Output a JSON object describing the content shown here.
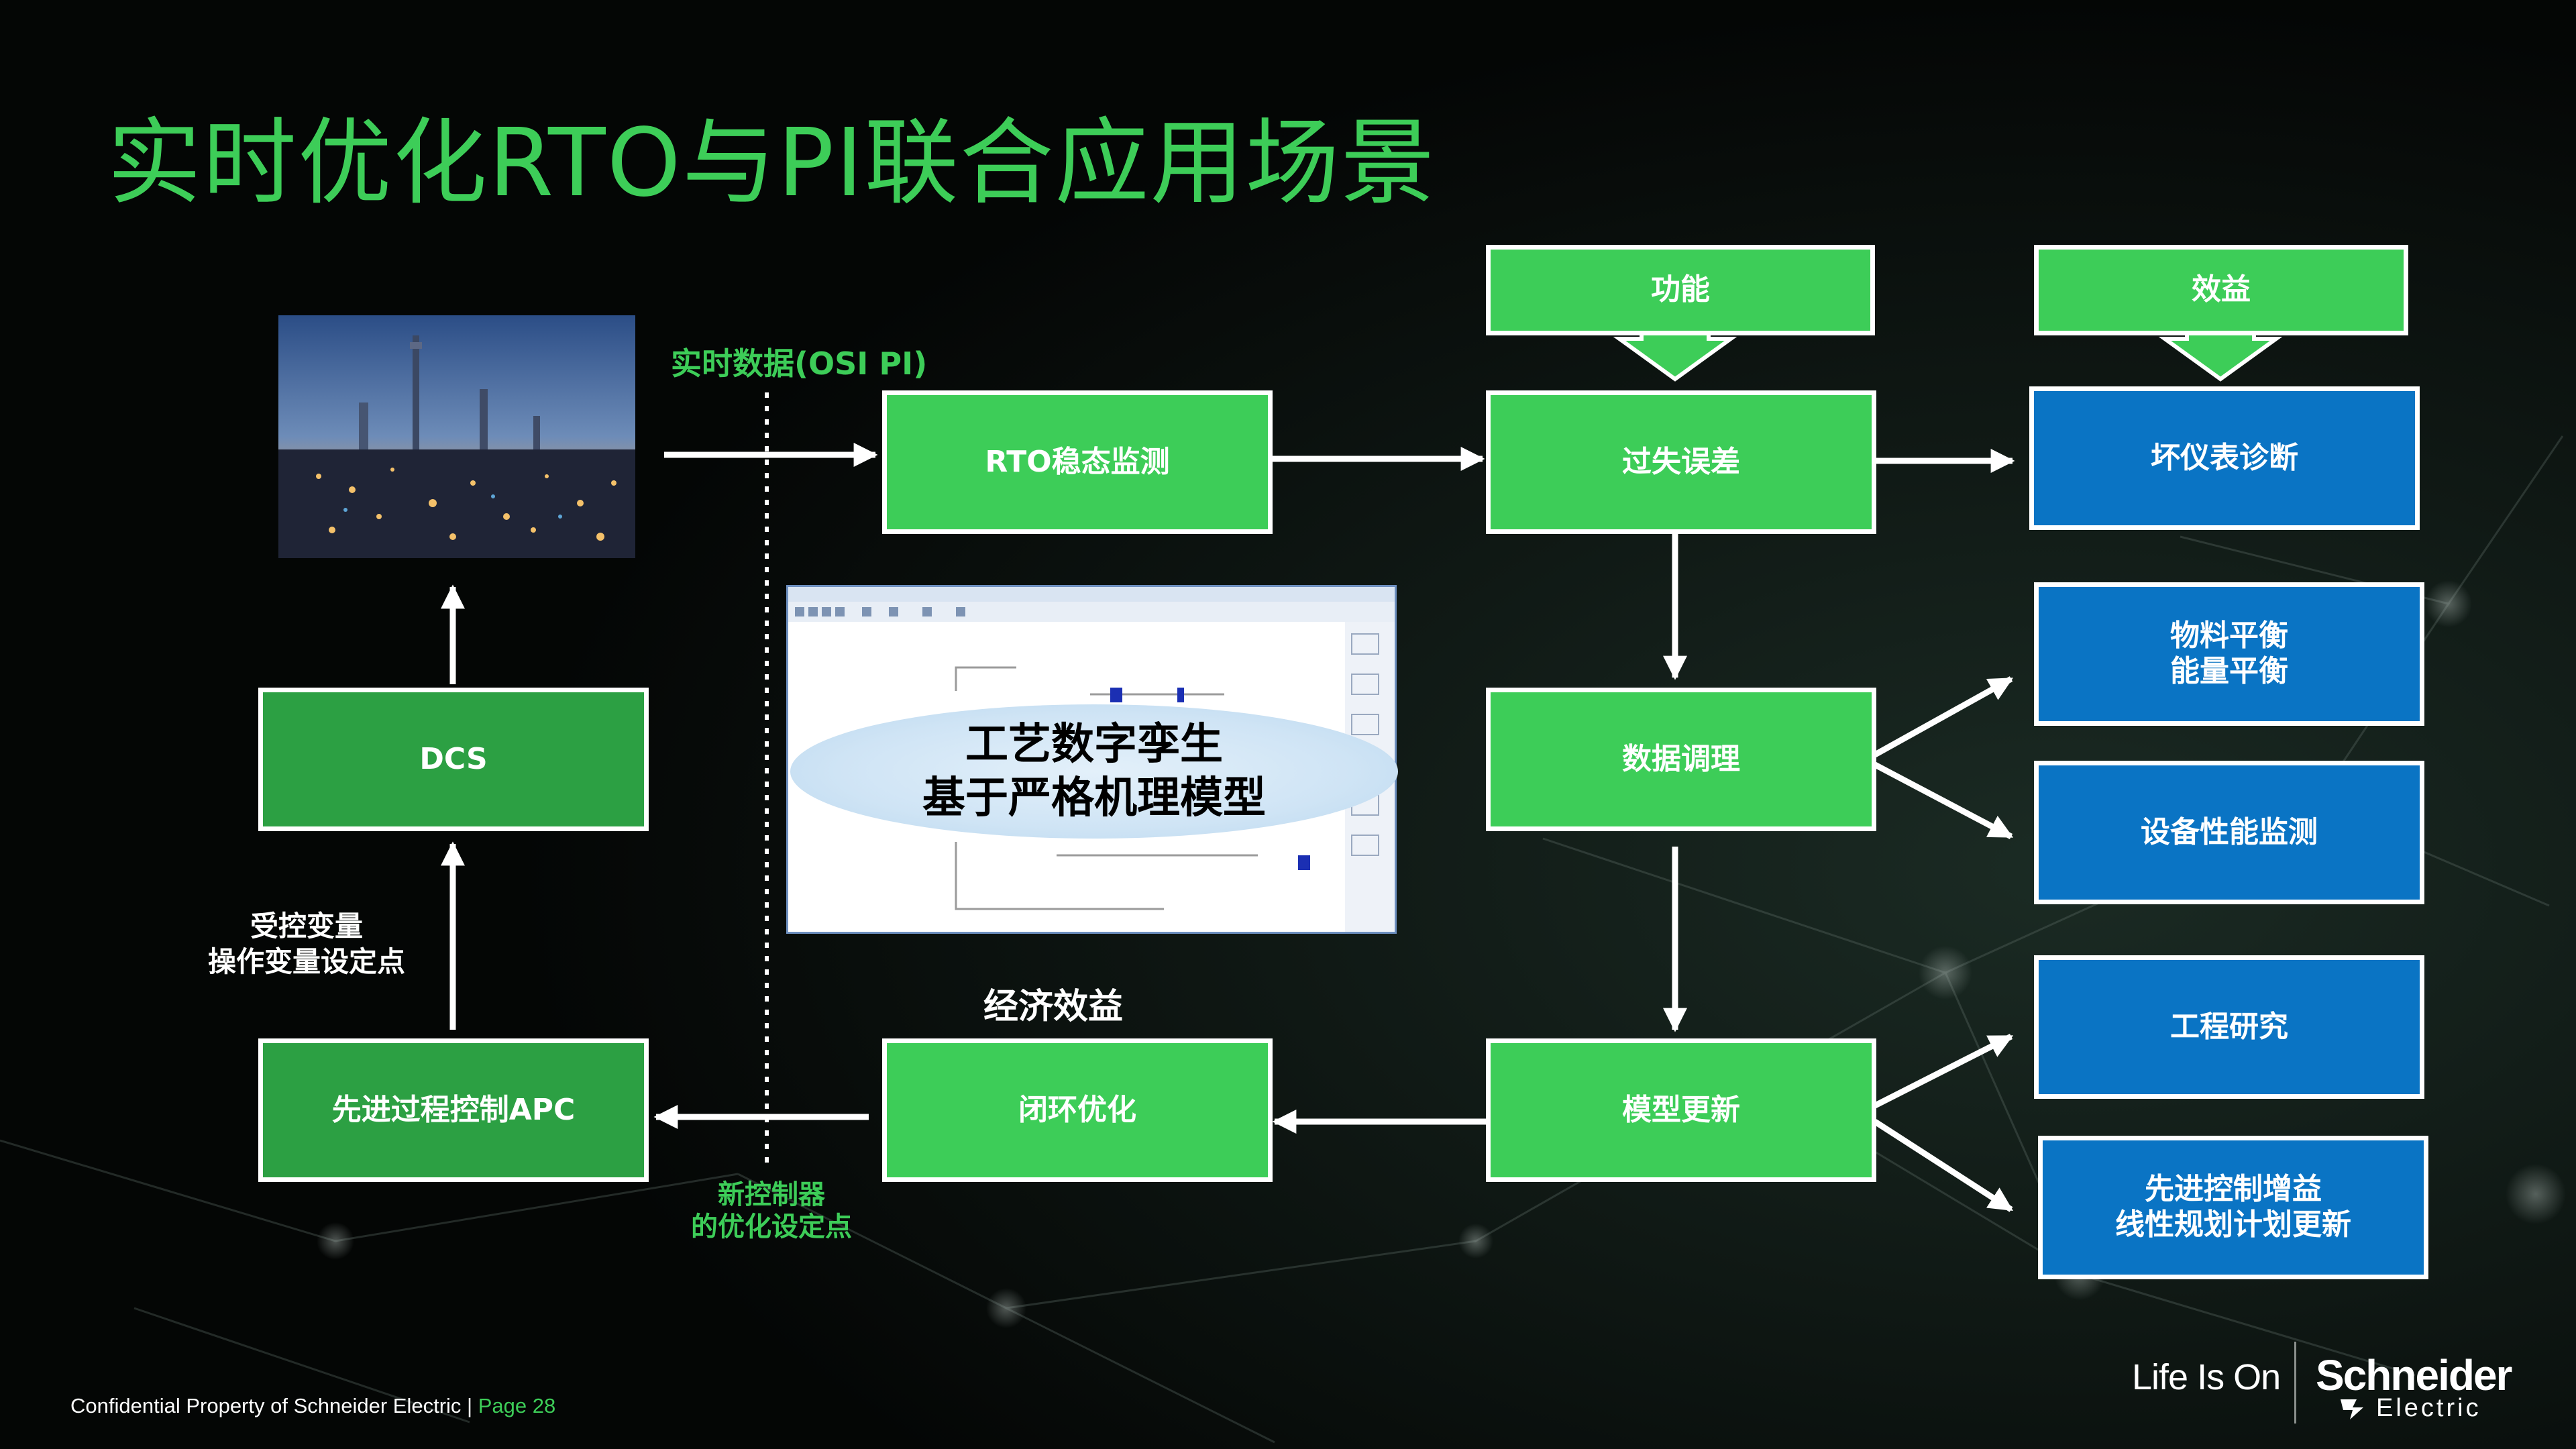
{
  "title": "实时优化RTO与PI联合应用场景",
  "labels": {
    "realtime_data": "实时数据(OSI PI)",
    "controlled_vars": "受控变量\n操作变量设定点",
    "economic_benefit": "经济效益",
    "new_controller": "新控制器\n的优化设定点"
  },
  "digital_twin": {
    "line1": "工艺数字孪生",
    "line2": "基于严格机理模型"
  },
  "boxes": {
    "function": "功能",
    "benefit": "效益",
    "rto_monitor": "RTO稳态监测",
    "gross_error": "过失误差",
    "bad_instrument": "坏仪表诊断",
    "dcs": "DCS",
    "data_reconciliation": "数据调理",
    "material_energy_balance": "物料平衡\n能量平衡",
    "equipment_monitoring": "设备性能监测",
    "apc": "先进过程控制APC",
    "closed_loop": "闭环优化",
    "model_update": "模型更新",
    "engineering_study": "工程研究",
    "apc_gain_update": "先进控制增益\n线性规划计划更新"
  },
  "footer": {
    "confidential": "Confidential Property of Schneider Electric | ",
    "page": "Page 28",
    "tagline": "Life Is On",
    "brand": "Schneider",
    "brand_sub": "Electric"
  },
  "colors": {
    "accent_green": "#3dcd58",
    "dark_green": "#2ca043",
    "blue": "#0a74c4",
    "background": "#050807"
  },
  "icons": [
    "plant-photo",
    "simulator-screenshot",
    "schneider-logo-mark"
  ]
}
